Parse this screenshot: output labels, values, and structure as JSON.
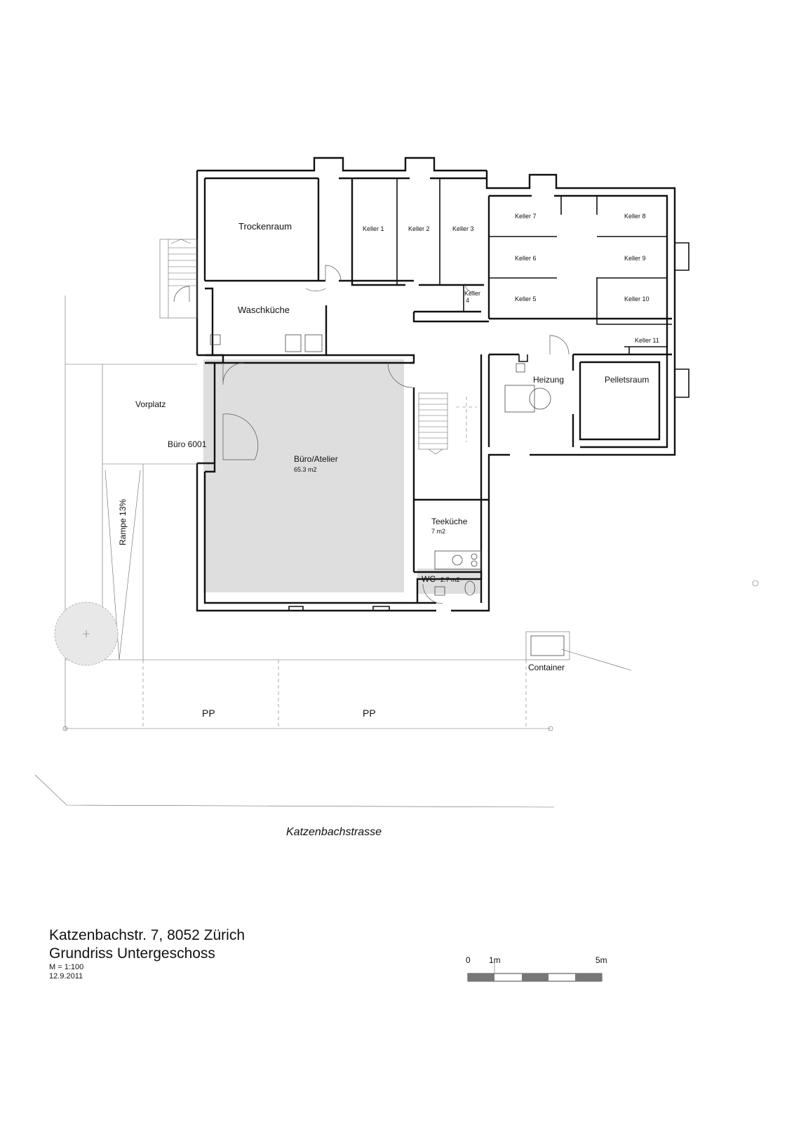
{
  "rooms": {
    "trockenraum": "Trockenraum",
    "waschkueche": "Waschküche",
    "keller_1": "Keller 1",
    "keller_2": "Keller 2",
    "keller_3": "Keller 3",
    "keller_4": "Keller 4",
    "keller_5": "Keller 5",
    "keller_6": "Keller 6",
    "keller_7": "Keller 7",
    "keller_8": "Keller 8",
    "keller_9": "Keller 9",
    "keller_10": "Keller 10",
    "keller_11": "Keller 11",
    "vorplatz": "Vorplatz",
    "buero_6001": "Büro 6001",
    "buero_atelier": "Büro/Atelier",
    "buero_atelier_area": "65.3 m2",
    "teekueche": "Teeküche",
    "teekueche_area": "7 m2",
    "wc": "WC",
    "wc_area": "2.7 m2",
    "heizung": "Heizung",
    "pelletsraum": "Pelletsraum"
  },
  "site": {
    "rampe": "Rampe 13%",
    "parking_left": "PP",
    "parking_right": "PP",
    "container": "Container",
    "street": "Katzenbachstrasse"
  },
  "title_block": {
    "address": "Katzenbachstr. 7, 8052 Zürich",
    "plan_title": "Grundriss Untergeschoss",
    "scale": "M = 1:100",
    "date": "12.9.2011"
  },
  "scale_bar": {
    "label_0": "0",
    "label_1": "1m",
    "label_5": "5m"
  },
  "colors": {
    "highlight_room": "#dedede",
    "walls": "#111111"
  }
}
